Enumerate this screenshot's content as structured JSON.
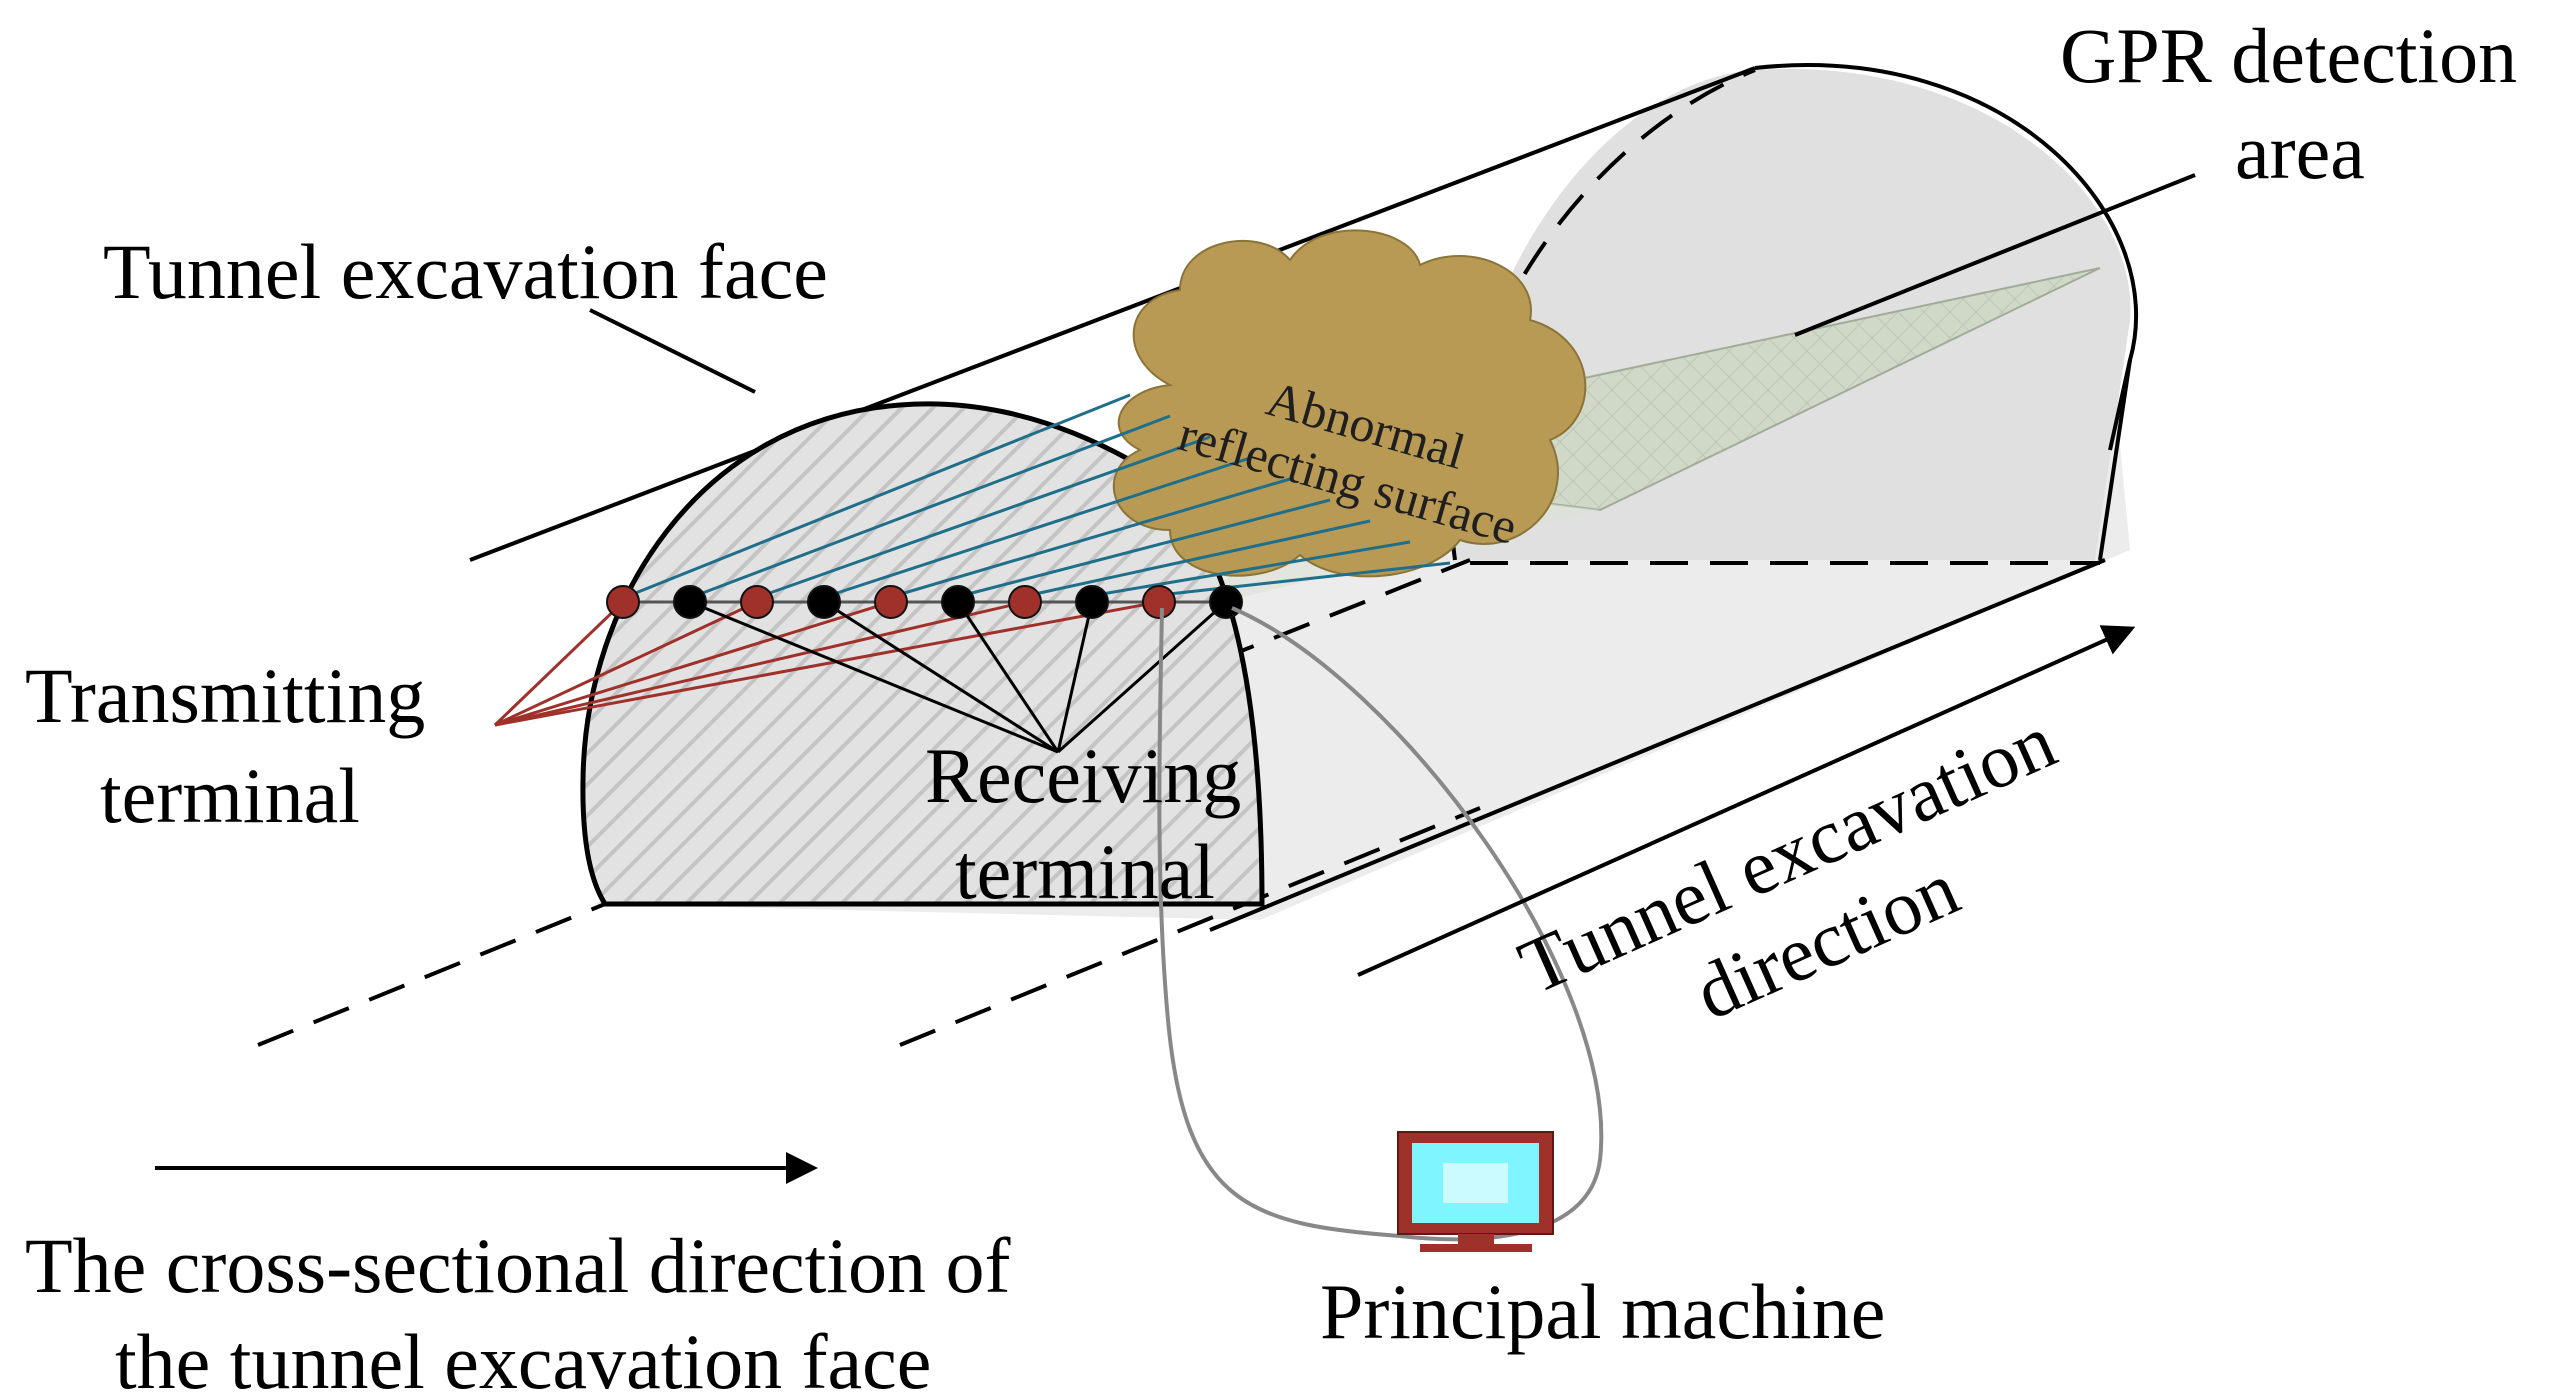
{
  "labels": {
    "excavation_face": "Tunnel excavation face",
    "gpr_line1": "GPR detection",
    "gpr_line2": "area",
    "abnormal_line1": "Abnormal",
    "abnormal_line2": "reflecting surface",
    "transmitting_line1": "Transmitting",
    "transmitting_line2": "terminal",
    "receiving_line1": "Receiving",
    "receiving_line2": "terminal",
    "direction_line1": "Tunnel excavation",
    "direction_line2": "direction",
    "cross_line1": "The cross-sectional direction of",
    "cross_line2": "the tunnel excavation face",
    "machine": "Principal machine"
  },
  "colors": {
    "transmitter": "#a0302a",
    "receiver": "#000000",
    "ray": "#1f6f8b",
    "cloud_fill": "#b89a55",
    "detection_area": "#cdd6c4",
    "monitor_frame": "#a0302a",
    "monitor_screen": "#7ff6ff",
    "cable": "#888888"
  },
  "antenna": {
    "sequence": [
      "transmitter",
      "receiver",
      "transmitter",
      "receiver",
      "transmitter",
      "receiver",
      "transmitter",
      "receiver",
      "transmitter",
      "receiver"
    ]
  }
}
